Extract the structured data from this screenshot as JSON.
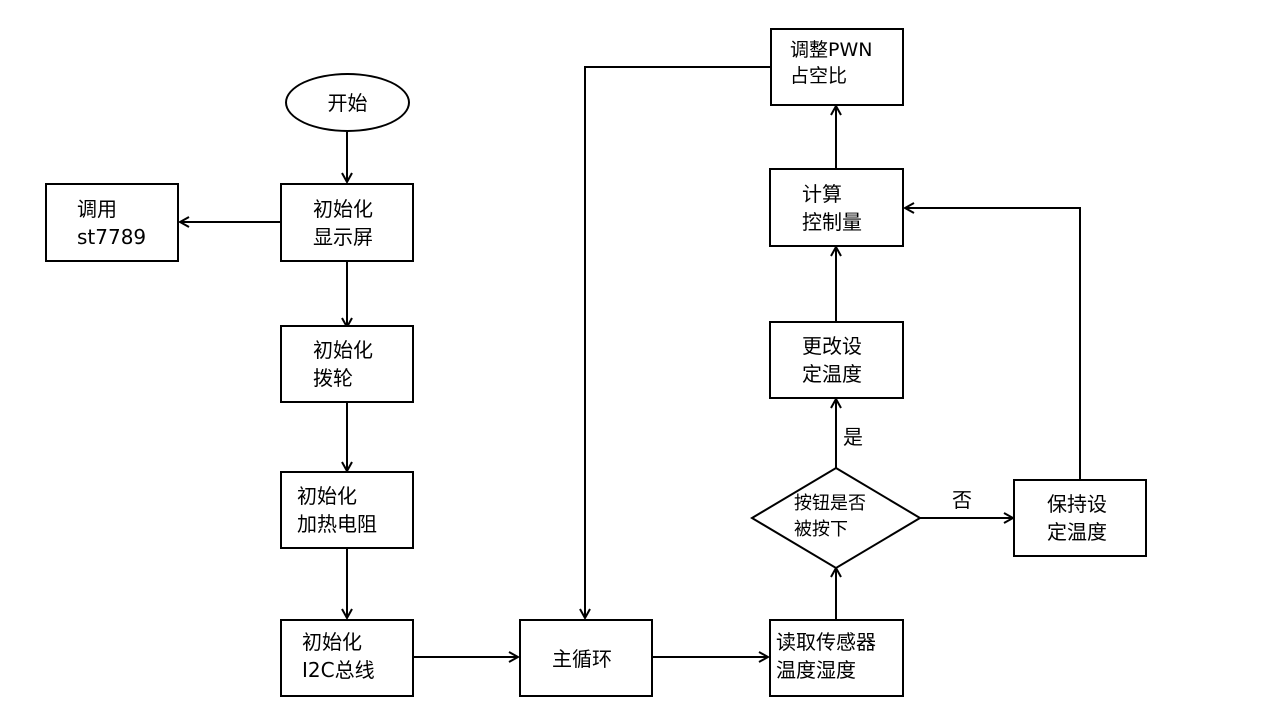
{
  "nodes": {
    "start": "开始",
    "st7789": [
      "调用",
      "st7789"
    ],
    "init_display": [
      "初始化",
      "显示屏"
    ],
    "init_dial": [
      "初始化",
      "拨轮"
    ],
    "init_heater": [
      "初始化",
      "加热电阻"
    ],
    "init_i2c": [
      "初始化",
      "I2C总线"
    ],
    "main_loop": "主循环",
    "read_sensor": [
      "读取传感器",
      "温度湿度"
    ],
    "decision": [
      "按钮是否",
      "被按下"
    ],
    "keep_setting": [
      "保持设",
      "定温度"
    ],
    "change_setting": [
      "更改设",
      "定温度"
    ],
    "compute_control": [
      "计算",
      "控制量"
    ],
    "adjust_pwm": [
      "调整PWN",
      "占空比"
    ]
  },
  "edge_labels": {
    "yes": "是",
    "no": "否"
  }
}
